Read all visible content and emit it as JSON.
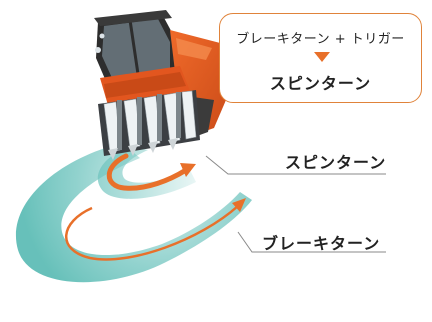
{
  "callout": {
    "top_text": "ブレーキターン + トリガー",
    "bottom_text": "スピンターン"
  },
  "labels": {
    "spin_turn": "スピンターン",
    "brake_turn": "ブレーキターン"
  },
  "colors": {
    "accent_orange": "#e8702a",
    "teal_path": "#6cc3bd",
    "machine_orange": "#e2561f",
    "line_gray": "#8a8a8a"
  }
}
